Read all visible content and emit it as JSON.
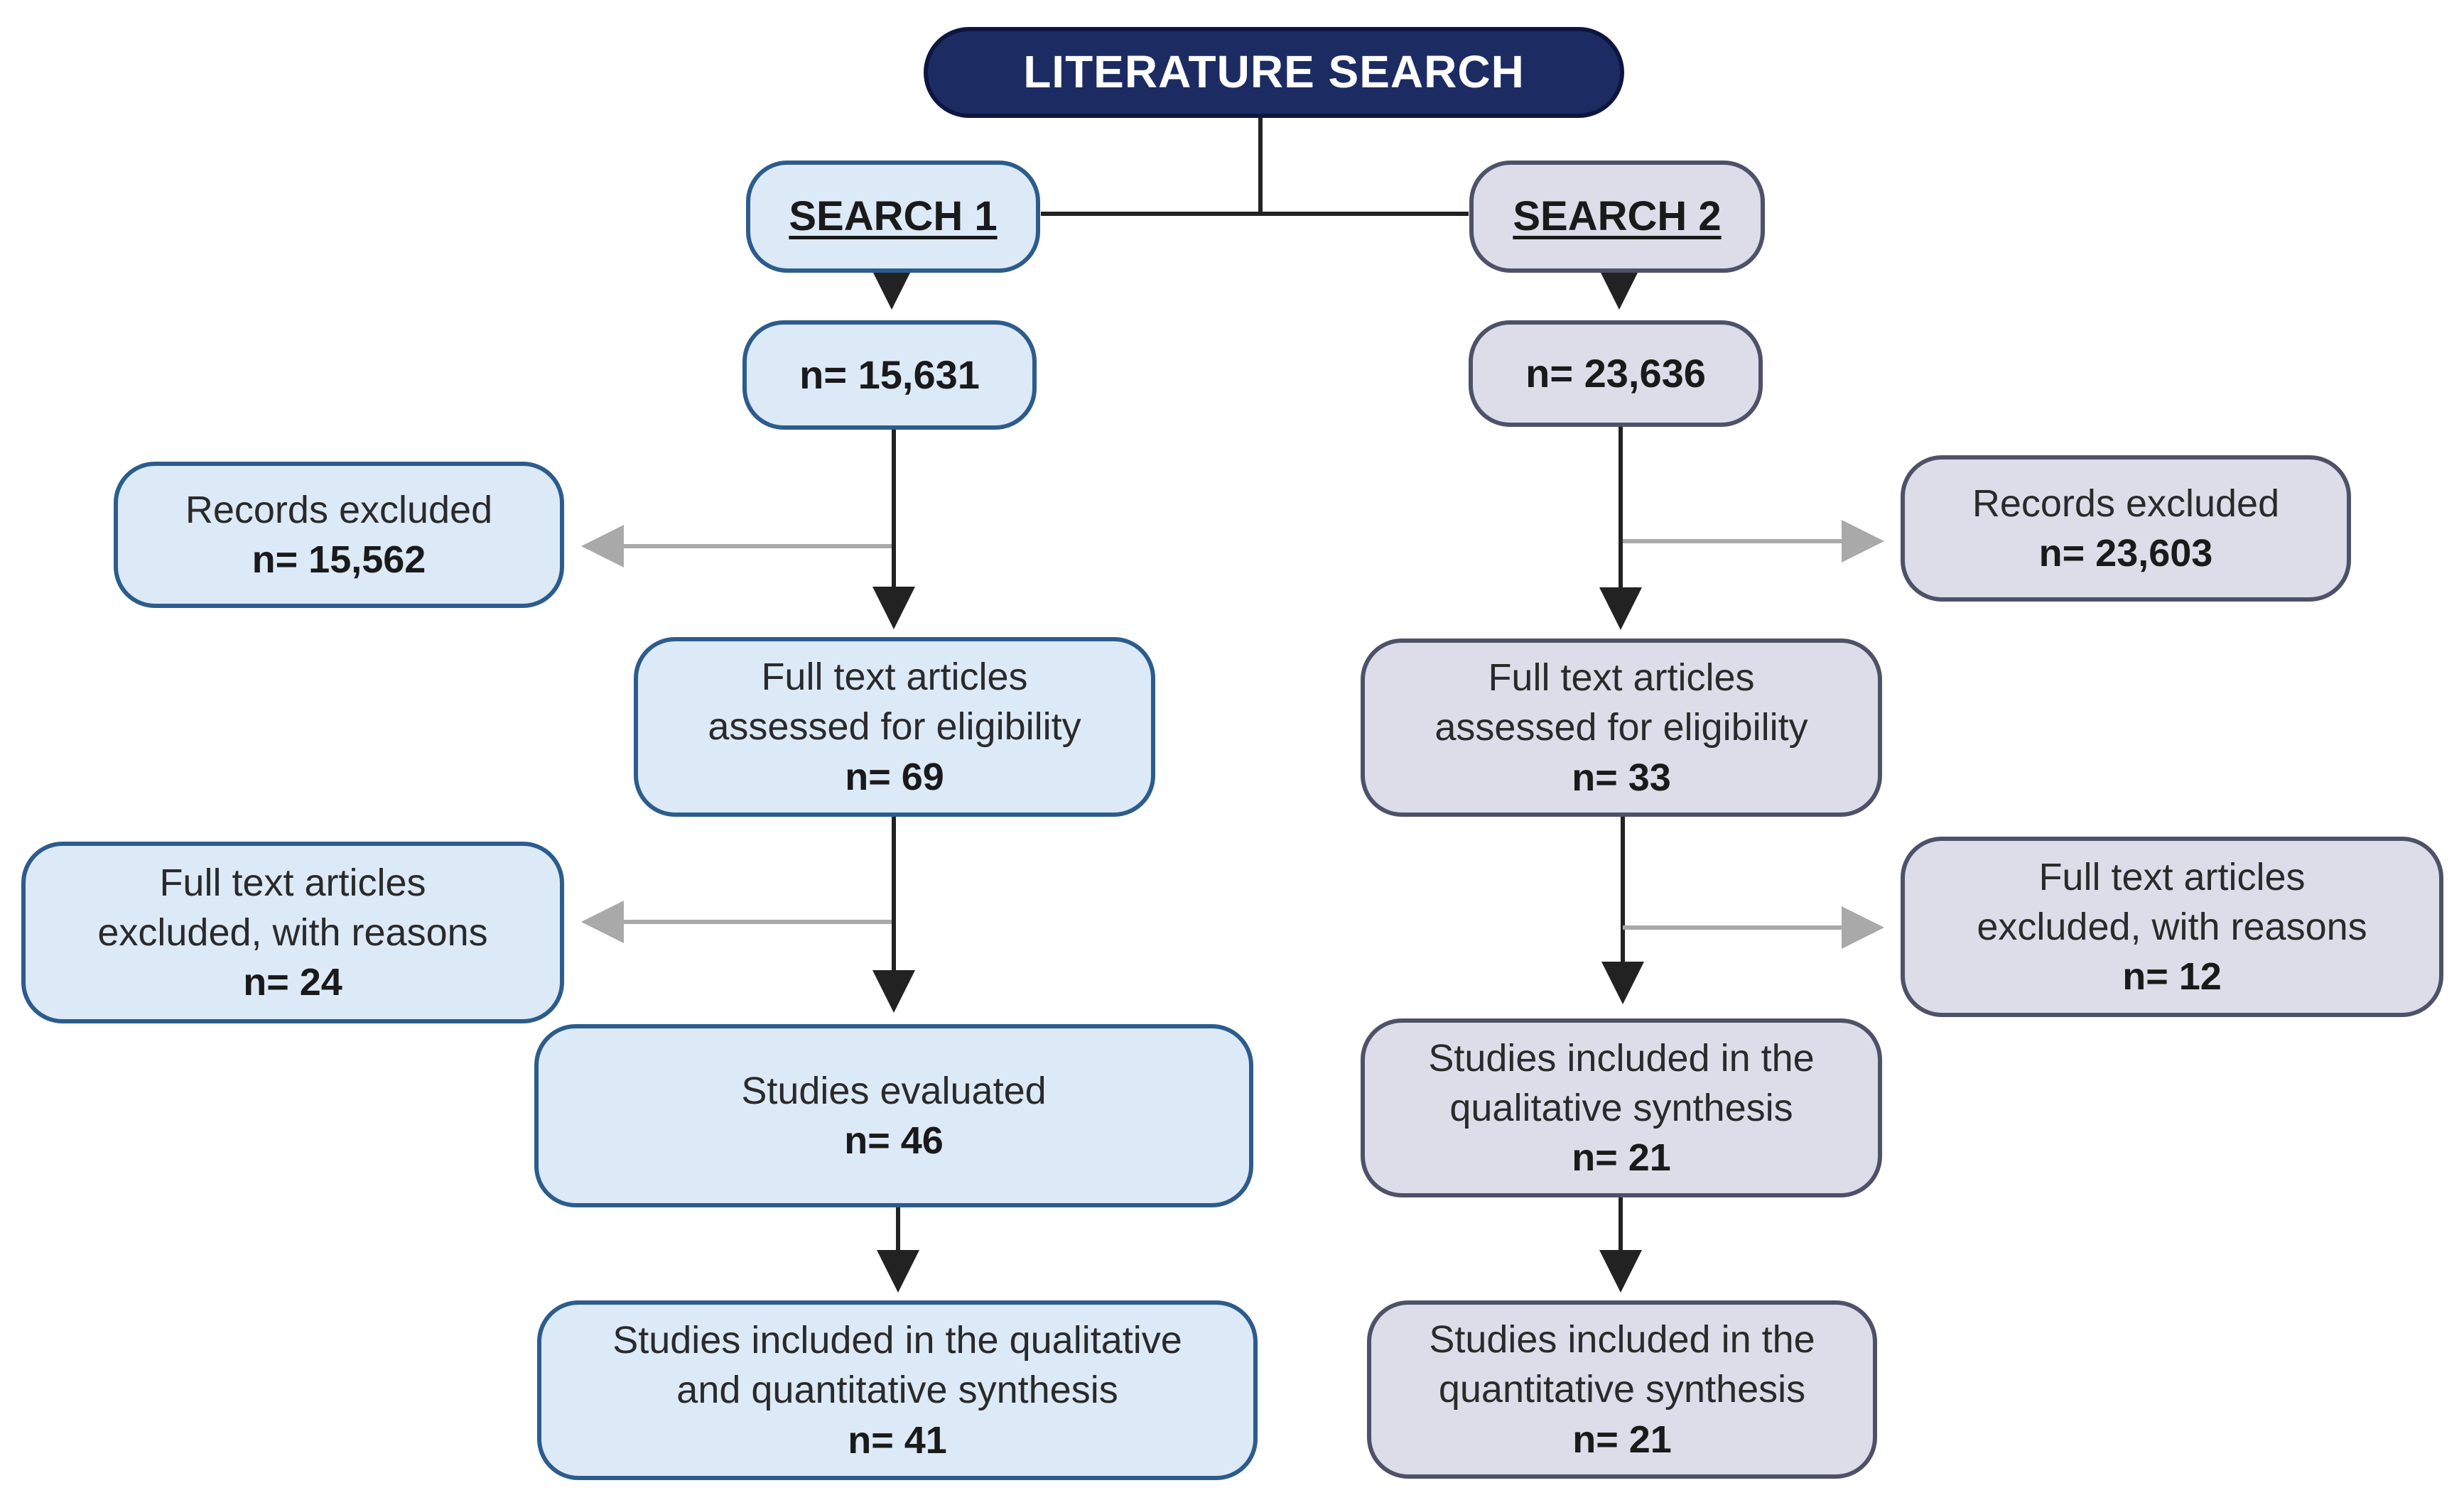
{
  "root": {
    "label": "LITERATURE SEARCH"
  },
  "search1": {
    "label": "SEARCH 1",
    "count": "n= 15,631",
    "records_excluded": {
      "label": "Records excluded",
      "n": "n= 15,562"
    },
    "fulltext_assessed": {
      "line1": "Full text articles",
      "line2": "assessed for eligibility",
      "n": "n= 69"
    },
    "fulltext_excluded": {
      "line1": "Full text articles",
      "line2": "excluded, with reasons",
      "n": "n= 24"
    },
    "evaluated": {
      "label": "Studies evaluated",
      "n": "n= 46"
    },
    "included": {
      "line1": "Studies included in the qualitative",
      "line2": "and quantitative synthesis",
      "n": "n= 41"
    }
  },
  "search2": {
    "label": "SEARCH 2",
    "count": "n= 23,636",
    "records_excluded": {
      "label": "Records excluded",
      "n": "n= 23,603"
    },
    "fulltext_assessed": {
      "line1": "Full text articles",
      "line2": "assessed for eligibility",
      "n": "n= 33"
    },
    "fulltext_excluded": {
      "line1": "Full text articles",
      "line2": "excluded, with reasons",
      "n": "n= 12"
    },
    "qualitative": {
      "line1": "Studies included in the",
      "line2": "qualitative synthesis",
      "n": "n= 21"
    },
    "quantitative": {
      "line1": "Studies included in the",
      "line2": "quantitative synthesis",
      "n": "n= 21"
    }
  },
  "colors": {
    "root_fill": "#1c2c63",
    "search1_fill": "#dce9f7",
    "search1_border": "#2c5c8c",
    "search2_fill": "#dcdde9",
    "search2_border": "#4e5168",
    "exclusion_arrow": "#a9a9a9",
    "flow_arrow": "#222222"
  }
}
